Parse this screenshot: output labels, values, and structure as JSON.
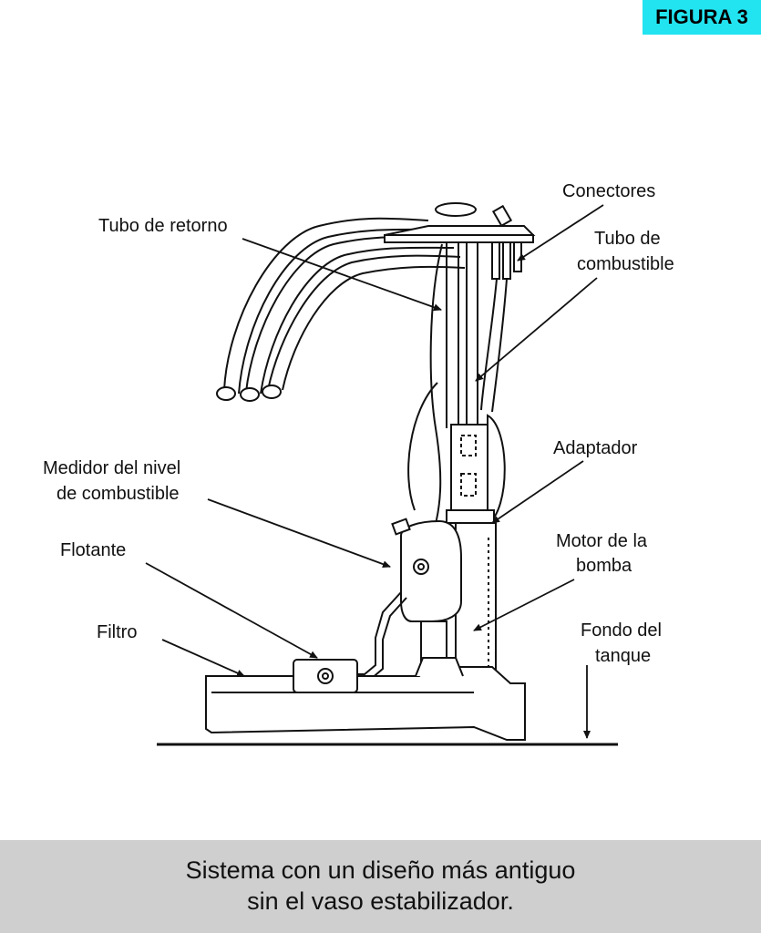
{
  "badge": "FIGURA 3",
  "labels": {
    "tubo_retorno": "Tubo de retorno",
    "conectores": "Conectores",
    "tubo_combustible_1": "Tubo de",
    "tubo_combustible_2": "combustible",
    "adaptador": "Adaptador",
    "medidor_1": "Medidor del nivel",
    "medidor_2": "de combustible",
    "flotante": "Flotante",
    "motor_1": "Motor de la",
    "motor_2": "bomba",
    "filtro": "Filtro",
    "fondo_1": "Fondo del",
    "fondo_2": "tanque"
  },
  "caption": {
    "line1": "Sistema con un diseño más antiguo",
    "line2": "sin el vaso estabilizador."
  },
  "colors": {
    "badge": "#22e4f0",
    "caption_bar": "#cfcfcf"
  }
}
